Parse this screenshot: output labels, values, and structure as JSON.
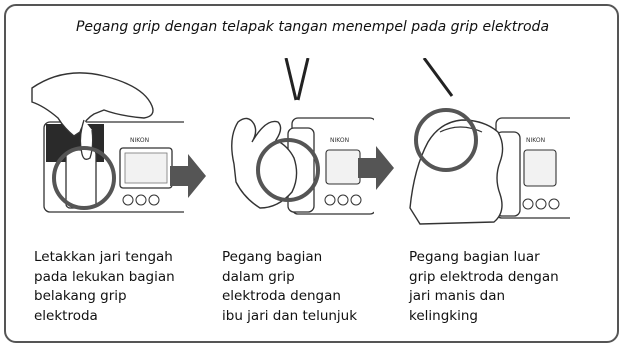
{
  "title": "Pegang grip dengan telapak tangan menempel pada grip elektroda",
  "steps": [
    {
      "caption": "Letakkan jari tengah\npada lekukan bagian\nbelakang grip\nelektroda"
    },
    {
      "caption": "Pegang bagian\ndalam grip\nelektroda dengan\nibu jari dan telunjuk"
    },
    {
      "caption": "Pegang bagian luar\ngrip elektroda dengan\njari manis dan\nkelingking"
    }
  ],
  "colors": {
    "frame": "#555555",
    "arrow": "#555555",
    "line": "#333333",
    "highlight_circle": "#555555"
  },
  "icons": [
    "step-arrow-icon",
    "step-arrow-icon"
  ]
}
